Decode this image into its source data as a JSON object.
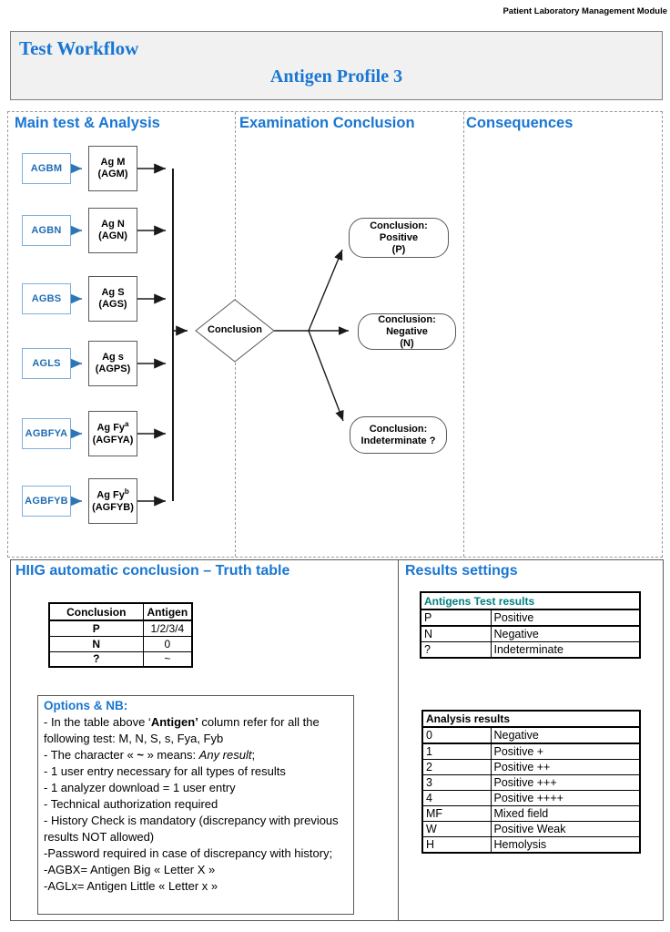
{
  "page": {
    "module_label": "Patient Laboratory Management Module",
    "title": "Test Workflow",
    "subtitle": "Antigen Profile 3"
  },
  "workflow": {
    "columns": [
      "Main test & Analysis",
      "Examination Conclusion",
      "Consequences"
    ],
    "tests": [
      {
        "code": "AGBM",
        "analysis_main": "Ag M",
        "analysis_sup": "",
        "analysis_code": "(AGM)"
      },
      {
        "code": "AGBN",
        "analysis_main": "Ag N",
        "analysis_sup": "",
        "analysis_code": "(AGN)"
      },
      {
        "code": "AGBS",
        "analysis_main": "Ag S",
        "analysis_sup": "",
        "analysis_code": "(AGS)"
      },
      {
        "code": "AGLS",
        "analysis_main": "Ag s",
        "analysis_sup": "",
        "analysis_code": "(AGPS)"
      },
      {
        "code": "AGBFYA",
        "analysis_main": "Ag Fy",
        "analysis_sup": "a",
        "analysis_code": "(AGFYA)"
      },
      {
        "code": "AGBFYB",
        "analysis_main": "Ag Fy",
        "analysis_sup": "b",
        "analysis_code": "(AGFYB)"
      }
    ],
    "decision_label": "Conclusion",
    "outcomes": [
      {
        "line1": "Conclusion: Positive",
        "line2": "(P)"
      },
      {
        "line1": "Conclusion: Negative",
        "line2": "(N)"
      },
      {
        "line1": "Conclusion:",
        "line2": "Indeterminate ?"
      }
    ]
  },
  "truth_section": {
    "heading": "HIIG automatic conclusion – Truth table",
    "table": {
      "headers": [
        "Conclusion",
        "Antigen"
      ],
      "rows": [
        [
          "P",
          "1/2/3/4"
        ],
        [
          "N",
          "0"
        ],
        [
          "?",
          "~"
        ]
      ]
    },
    "options": {
      "heading": "Options & NB:",
      "lines": [
        [
          {
            "t": "- In the table above ‘"
          },
          {
            "t": "Antigen’",
            "b": true
          },
          {
            "t": " column refer for all the following test: M, N, S, s, Fya, Fyb"
          }
        ],
        [
          {
            "t": "- The character « "
          },
          {
            "t": "~",
            "b": true
          },
          {
            "t": " » means: "
          },
          {
            "t": "Any result",
            "i": true
          },
          {
            "t": ";"
          }
        ],
        [
          {
            "t": "- 1 user entry necessary for all types of results"
          }
        ],
        [
          {
            "t": "- 1 analyzer download = 1 user entry"
          }
        ],
        [
          {
            "t": "- Technical authorization required"
          }
        ],
        [
          {
            "t": "- History Check is mandatory (discrepancy with previous results NOT allowed)"
          }
        ],
        [
          {
            "t": "-Password required in case of discrepancy with history;"
          }
        ],
        [
          {
            "t": "-AGBX= Antigen Big « Letter X »"
          }
        ],
        [
          {
            "t": "-AGLx= Antigen Little « Letter x »"
          }
        ]
      ]
    }
  },
  "results_section": {
    "heading": "Results settings",
    "antigens_table": {
      "title": "Antigens Test results",
      "rows": [
        [
          "P",
          "Positive"
        ],
        [
          "N",
          "Negative"
        ],
        [
          "?",
          "Indeterminate"
        ]
      ]
    },
    "analysis_table": {
      "title": "Analysis results",
      "rows": [
        [
          "0",
          "Negative"
        ],
        [
          "1",
          "Positive +"
        ],
        [
          "2",
          "Positive ++"
        ],
        [
          "3",
          "Positive +++"
        ],
        [
          "4",
          "Positive ++++"
        ],
        [
          "MF",
          "Mixed field"
        ],
        [
          "W",
          "Positive Weak"
        ],
        [
          "H",
          "Hemolysis"
        ]
      ]
    }
  },
  "colors": {
    "heading_blue": "#1976d2",
    "teal_header": "#008080",
    "test_box_border": "#7fafdc",
    "test_box_text": "#1f6db5",
    "arrow_blue": "#2e75b6",
    "arrow_black": "#1a1a1a"
  }
}
